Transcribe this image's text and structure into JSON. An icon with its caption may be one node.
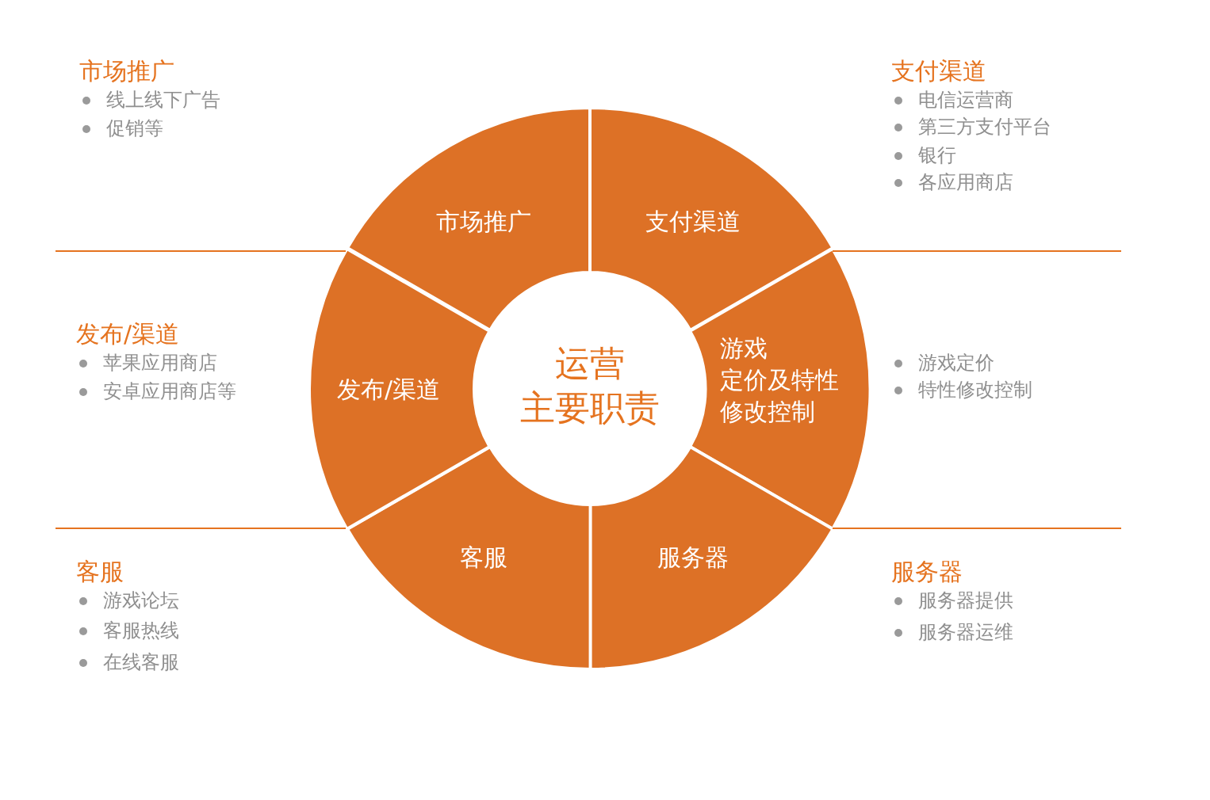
{
  "diagram": {
    "nodes": [
      {
        "text": [
          "运营主要职责"
        ]
      },
      {
        "text": [
          "市场推广"
        ]
      },
      {
        "text": [
          "支付渠道"
        ]
      },
      {
        "text": [
          "游戏定价及特性修改控制"
        ]
      },
      {
        "text": [
          "服务器"
        ]
      },
      {
        "text": [
          "客服"
        ]
      },
      {
        "text": [
          "发布/渠道"
        ]
      }
    ],
    "labels": [
      "市场推广",
      "线上线下广告",
      "促销等",
      "支付渠道",
      "电信运营商",
      "第三方支付平台",
      "银行",
      "各应用商店",
      "发布/渠道",
      "苹果应用商店",
      "安卓应用商店等",
      "游戏定价",
      "特性修改控制",
      "客服",
      "游戏论坛",
      "客服热线",
      "在线客服",
      "服务器",
      "服务器提供",
      "服务器运维"
    ]
  }
}
